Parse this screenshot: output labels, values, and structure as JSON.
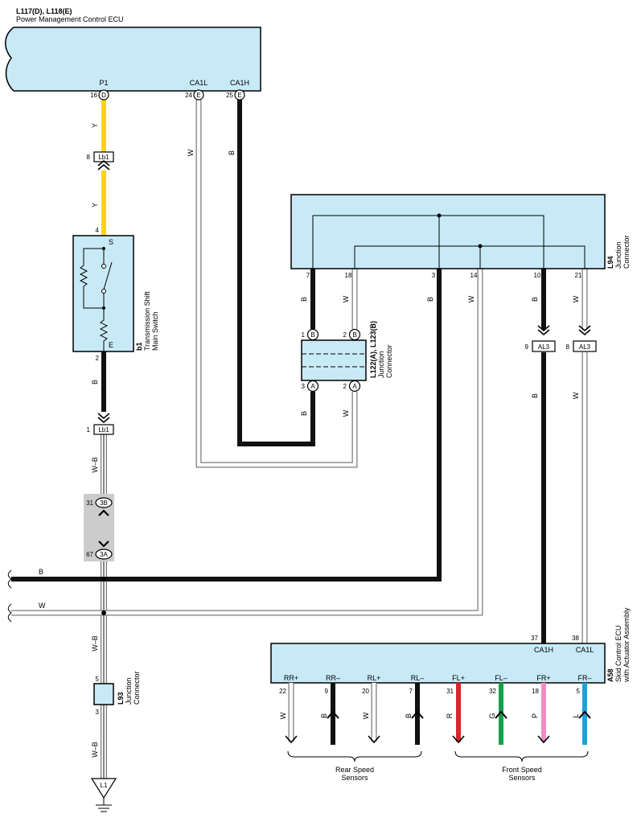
{
  "colors": {
    "ecu_fill": "#c8eaf7",
    "wire_yellow": "#ffd21f",
    "wire_black": "#111111",
    "wire_white_outline": "#7a7a7a",
    "wire_red": "#e3212a",
    "wire_green": "#16a04a",
    "wire_pink": "#f08ec2",
    "wire_blue": "#1aa4dd",
    "shade_gray": "#cccccc"
  },
  "pm_ecu": {
    "code": "L117(D), L118(E)",
    "name": "Power Management Control ECU",
    "terminals": [
      {
        "label": "P1",
        "pin": "16",
        "conn": "D"
      },
      {
        "label": "CA1L",
        "pin": "24",
        "conn": "E"
      },
      {
        "label": "CA1H",
        "pin": "25",
        "conn": "E"
      }
    ]
  },
  "wire_colors": {
    "p1_upper": "Y",
    "p1_lower": "Y",
    "ca1l": "W",
    "ca1h": "B",
    "switch_out": "B",
    "wb_upper": "W–B",
    "wb_mid": "W–B",
    "wb_lower": "W–B",
    "bus_b": "B",
    "bus_w": "W",
    "j7": "B",
    "j18": "W",
    "j3": "B",
    "j14": "W",
    "j10": "B",
    "j21": "W",
    "l122_b": "B",
    "l122_w": "W",
    "al3_b": "B",
    "al3_w": "W"
  },
  "lb1_upper": {
    "id": "Lb1",
    "pin": "8"
  },
  "lb1_lower": {
    "id": "Lb1",
    "pin": "1"
  },
  "switch": {
    "code": "b1",
    "name_line1": "Transmission Shift",
    "name_line2": "Main Switch",
    "pin_top": "4",
    "pin_bottom": "2",
    "label_s": "S",
    "label_e": "E"
  },
  "conn_3b": {
    "id": "3B",
    "pin": "31"
  },
  "conn_3a": {
    "id": "3A",
    "pin": "67"
  },
  "l93": {
    "code": "L93",
    "name_line1": "Junction",
    "name_line2": "Connector",
    "pin_top": "5",
    "pin_bottom": "3"
  },
  "ground": {
    "id": "L1"
  },
  "l94": {
    "code": "L94",
    "name_line1": "Junction",
    "name_line2": "Connector",
    "pins": [
      "7",
      "18",
      "3",
      "14",
      "10",
      "21"
    ]
  },
  "l122": {
    "code": "L122(A), L123(B)",
    "name_line1": "Junction",
    "name_line2": "Connector",
    "pin_b1": "1",
    "pin_b2": "2",
    "pin_a3": "3",
    "pin_a2": "2",
    "conn_b": "B",
    "conn_a": "A"
  },
  "al3_left": {
    "id": "AL3",
    "pin": "9"
  },
  "al3_right": {
    "id": "AL3",
    "pin": "8"
  },
  "skid_ecu": {
    "code": "A58",
    "name_line1": "Skid Control ECU",
    "name_line2": "with Actuator Assembly",
    "top_terminals": [
      {
        "label": "CA1H",
        "pin": "37"
      },
      {
        "label": "CA1L",
        "pin": "38"
      }
    ],
    "terminals": [
      {
        "label": "RR+",
        "pin": "22",
        "wire": "W"
      },
      {
        "label": "RR–",
        "pin": "9",
        "wire": "B"
      },
      {
        "label": "RL+",
        "pin": "20",
        "wire": "W"
      },
      {
        "label": "RL–",
        "pin": "7",
        "wire": "B"
      },
      {
        "label": "FL+",
        "pin": "31",
        "wire": "R"
      },
      {
        "label": "FL–",
        "pin": "32",
        "wire": "G"
      },
      {
        "label": "FR+",
        "pin": "18",
        "wire": "P"
      },
      {
        "label": "FR–",
        "pin": "5",
        "wire": "L"
      }
    ]
  },
  "sensors": {
    "rear_line1": "Rear Speed",
    "rear_line2": "Sensors",
    "front_line1": "Front Speed",
    "front_line2": "Sensors"
  }
}
